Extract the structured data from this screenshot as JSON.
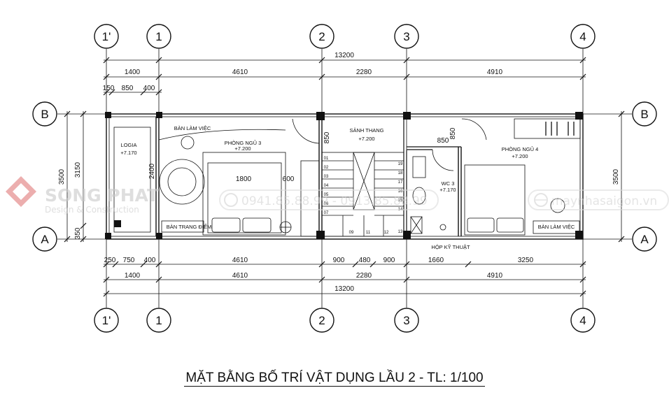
{
  "grid": {
    "cols": [
      "1'",
      "1",
      "2",
      "3",
      "4"
    ],
    "rows": [
      "B",
      "A"
    ]
  },
  "dims": {
    "overall": "13200",
    "top_segments": [
      "1400",
      "4610",
      "2280",
      "4910"
    ],
    "top_sub": [
      "150",
      "850",
      "400"
    ],
    "bottom_detail": [
      "250",
      "750",
      "400",
      "4610",
      "900",
      "480",
      "900",
      "1660",
      "3250"
    ],
    "bottom_segments": [
      "1400",
      "4610",
      "2280",
      "4910"
    ],
    "left_total": "3500",
    "left_inner": "3150",
    "left_small": "350",
    "right_total": "3500",
    "d_850_a": "850",
    "d_850_b": "850",
    "d_850_c": "850",
    "d_2400": "2400",
    "d_1800": "1800",
    "d_600": "600"
  },
  "rooms": {
    "logia": "LOGIA",
    "logia_level": "+7.170",
    "ban_lam_viec_left": "BÀN LÀM VIỆC",
    "phong_ngu_3": "PHÒNG NGỦ 3",
    "pn3_level": "+7.200",
    "ban_trang_diem": "BÀN TRANG ĐIỂM",
    "sanh_thang": "SẢNH THANG",
    "sanh_level": "+7.200",
    "wc3": "WC 3",
    "wc3_level": "+7.170",
    "phong_ngu_4": "PHÒNG NGỦ 4",
    "pn4_level": "+7.200",
    "ban_lam_viec_right": "BÀN LÀM VIỆC",
    "hop_ky_thuat": "HỘP KỸ THUẬT"
  },
  "stairs": {
    "left_nums": [
      "01",
      "02",
      "03",
      "04",
      "05",
      "06",
      "07"
    ],
    "right_nums": [
      "19",
      "18",
      "17",
      "16",
      "15",
      "14",
      "13"
    ],
    "bottom_nums": [
      "09",
      "11",
      "12"
    ]
  },
  "watermarks": {
    "logo_main": "SONG PHAT",
    "logo_sub": "Design & Construction",
    "phone": "0941.85.88.99 - 0913.85.88.99",
    "website": "maynhasaigon.vn"
  },
  "caption": "MẶT BẰNG BỐ TRÍ VẬT DỤNG LẦU 2 - TL: 1/100"
}
